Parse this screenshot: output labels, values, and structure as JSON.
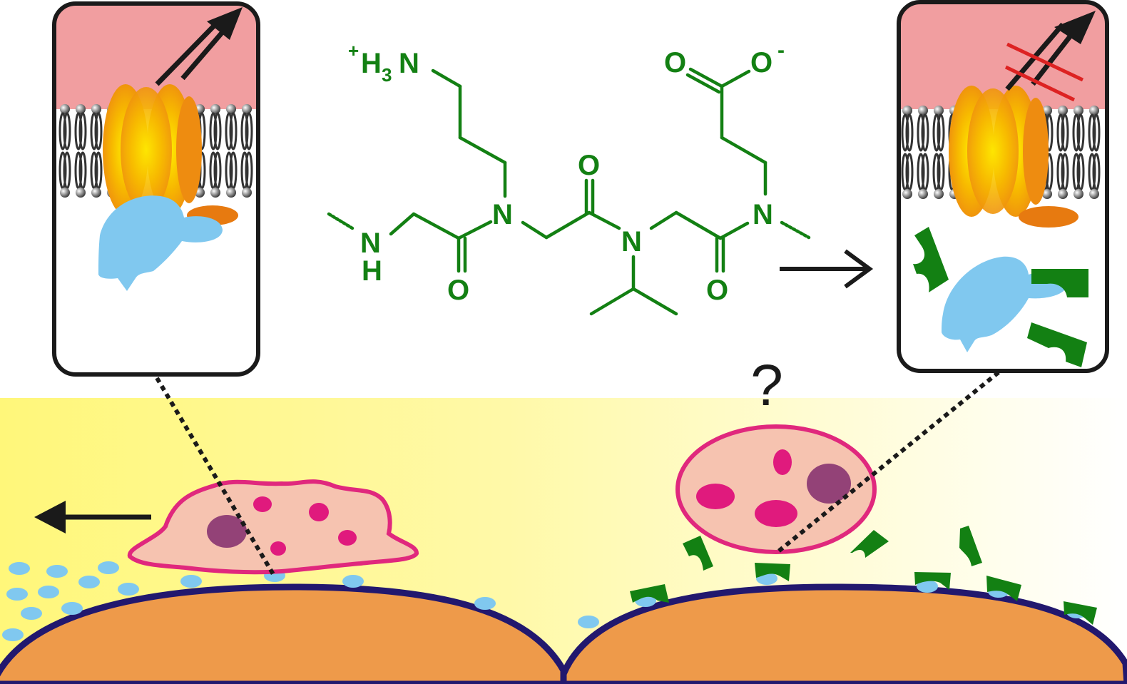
{
  "colors": {
    "background_gradient_left": "#fff77a",
    "background_gradient_right": "#ffffff",
    "tissue": "#ee9a4a",
    "tissue_outline": "#22186e",
    "peptoid_green": "#138013",
    "cell_fill": "#f6c3b0",
    "cell_outline": "#e0287d",
    "organelle": "#e01a7d",
    "nucleus": "#934277",
    "ligand_blue": "#80c8ef",
    "extracellular_pink": "#f19ea0",
    "channel_orange": "#f29a12",
    "channel_core": "#ffee00",
    "inhibition_red": "#dd2222",
    "arrow_black": "#1a1a1a"
  },
  "molecule": {
    "amine_plus": "+",
    "amine_h": "H",
    "amine_sub": "3",
    "amine_n": "N",
    "n_left": "N",
    "h_left": "H",
    "o_left": "O",
    "n_upper": "N",
    "o_upper": "O",
    "n_center": "N",
    "o_right": "O",
    "n_right": "N",
    "carboxyl_o": "O",
    "carboxyl_o_minus": "O",
    "carboxyl_charge": "-"
  },
  "question_mark": "?",
  "icons": {
    "reaction_arrow": "right-arrow-icon",
    "migration_arrow": "left-arrow-icon",
    "ion_flow": "double-arrow-icon",
    "blocked_flow": "crossed-arrow-icon"
  }
}
